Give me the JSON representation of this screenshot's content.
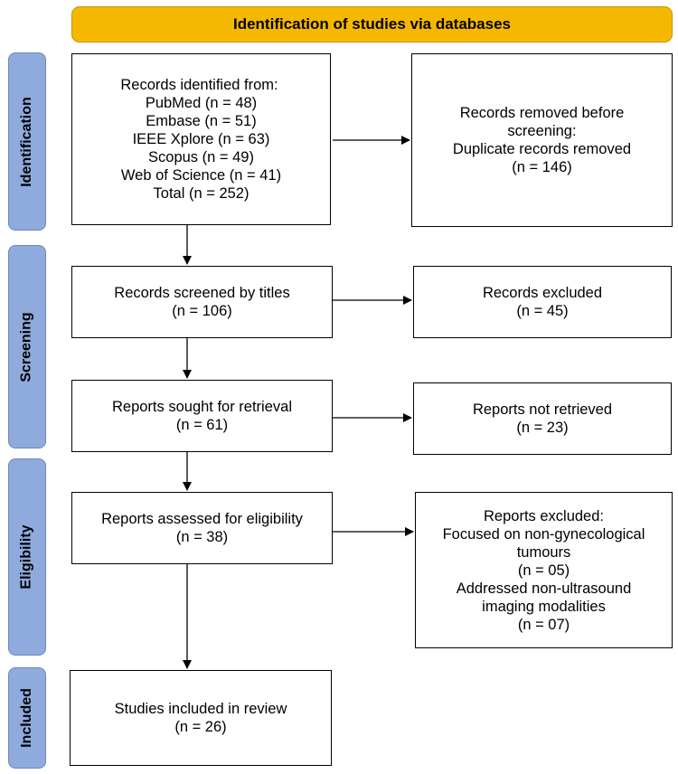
{
  "header": {
    "title": "Identification of studies via databases"
  },
  "phases": {
    "identification": "Identification",
    "screening": "Screening",
    "eligibility": "Eligibility",
    "included": "Included"
  },
  "boxes": {
    "records_identified": {
      "heading": "Records identified from:",
      "lines": [
        "PubMed (n = 48)",
        "Embase (n = 51)",
        "IEEE Xplore (n = 63)",
        "Scopus (n = 49)",
        "Web of Science (n = 41)",
        "Total (n = 252)"
      ]
    },
    "records_removed": {
      "lines": [
        "Records removed before",
        "screening:",
        "Duplicate records removed",
        "(n = 146)"
      ]
    },
    "records_screened": {
      "lines": [
        "Records screened by titles",
        "(n = 106)"
      ]
    },
    "records_excluded": {
      "lines": [
        "Records excluded",
        "(n = 45)"
      ]
    },
    "reports_sought": {
      "lines": [
        "Reports sought for retrieval",
        "(n = 61)"
      ]
    },
    "reports_not_retrieved": {
      "lines": [
        "Reports not retrieved",
        "(n = 23)"
      ]
    },
    "reports_assessed": {
      "lines": [
        "Reports assessed for eligibility",
        "(n = 38)"
      ]
    },
    "reports_excluded": {
      "lines": [
        "Reports excluded:",
        "Focused on non-gynecological",
        "tumours",
        "(n = 05)",
        "Addressed non-ultrasound",
        "imaging modalities",
        "(n = 07)"
      ]
    },
    "studies_included": {
      "lines": [
        "Studies included in review",
        "(n = 26)"
      ]
    }
  }
}
